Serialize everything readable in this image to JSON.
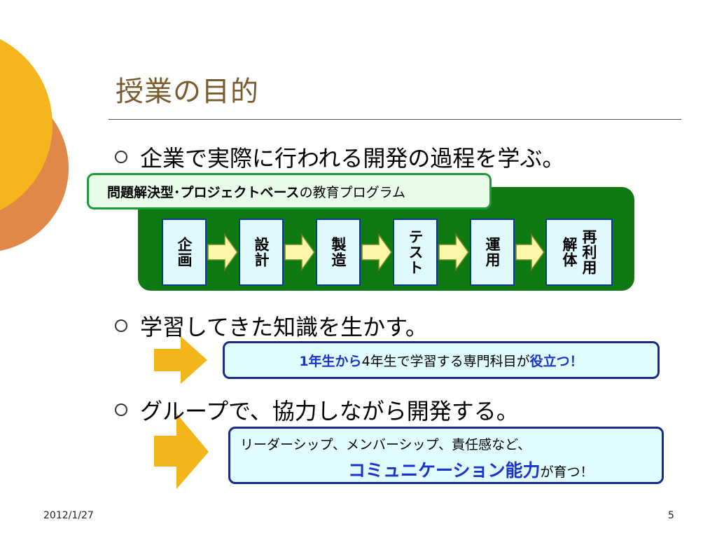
{
  "slide": {
    "title": "授業の目的",
    "date": "2012/1/27",
    "page_number": "5"
  },
  "bullets": [
    {
      "text": "企業で実際に行われる開発の過程を学ぶ。"
    },
    {
      "text": "学習してきた知識を生かす。"
    },
    {
      "text": "グループで、協力しながら開発する。"
    }
  ],
  "pbl_box": {
    "bold": "問題解決型･プロジェクトベース",
    "normal": "の教育プログラム"
  },
  "process_steps": [
    {
      "label": "企画"
    },
    {
      "label": "設計"
    },
    {
      "label": "製造"
    },
    {
      "label": "テスト"
    },
    {
      "label": "運用"
    },
    {
      "label_col1": "解体",
      "label_col2": "再利用"
    }
  ],
  "benefit_box": {
    "part1": "1年生から",
    "part2": "4年生で学習する専門科目が",
    "part3": "役立つ！"
  },
  "skills_box": {
    "line1": "リーダーシップ、メンバーシップ、責任感など、",
    "line2_bold": "コミュニケーション能力",
    "line2_end": "が育つ！"
  },
  "colors": {
    "title": "#7a5c2e",
    "panel_green": "#0f7a12",
    "label_border": "#1e9a3a",
    "step_fill": "#dff9ff",
    "arrow_fill": "#f2b51a",
    "emphasis_blue": "#1a33c8"
  }
}
